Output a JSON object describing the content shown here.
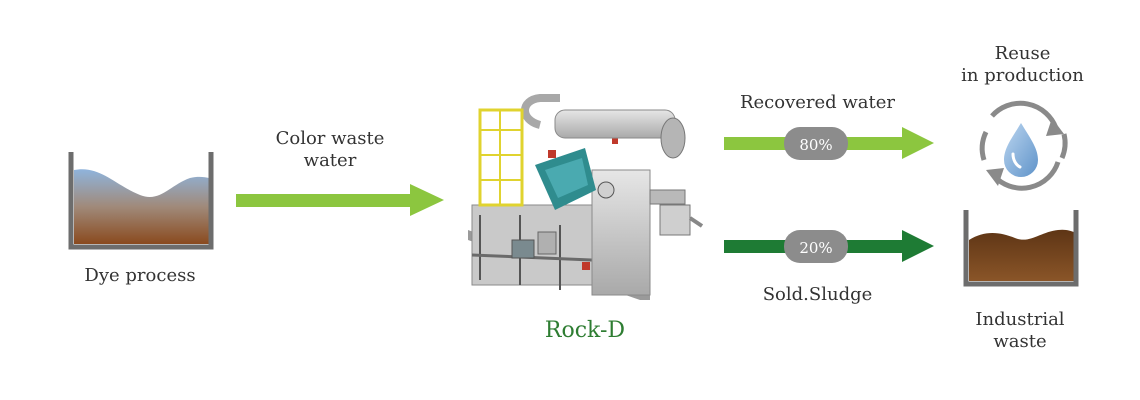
{
  "diagram": {
    "input": {
      "label": "Dye process"
    },
    "flow_in": {
      "label_line1": "Color waste",
      "label_line2": "water"
    },
    "product": {
      "name": "Rock-D"
    },
    "output_water": {
      "label": "Recovered water",
      "percent": "80%"
    },
    "output_sludge": {
      "label": "Sold.Sludge",
      "percent": "20%"
    },
    "reuse": {
      "label_line1": "Reuse",
      "label_line2": "in production"
    },
    "waste": {
      "label_line1": "Industrial",
      "label_line2": "waste"
    }
  },
  "colors": {
    "arrow_light_green": "#8cc63f",
    "arrow_dark_green": "#1e7b34",
    "pill_gray": "#8c8c8c",
    "product_name": "#2e7d32",
    "tank_border": "#6d6d6d",
    "sludge_brown": "#7a4a22",
    "water_blue": "#8fb6dc"
  }
}
